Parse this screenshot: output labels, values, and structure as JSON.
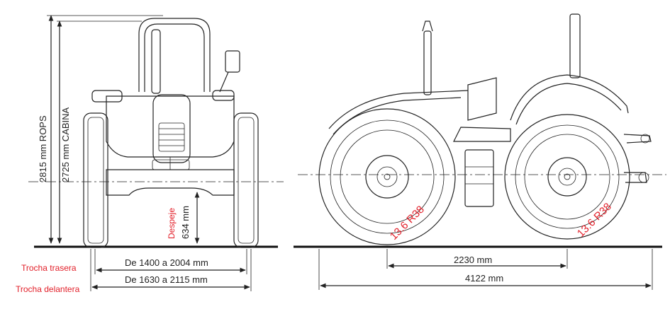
{
  "labels": {
    "rops": "2815 mm ROPS",
    "cabina": "2725 mm CABINA",
    "despeje": "Despeje",
    "despeje_value": "634 mm",
    "trocha_trasera": "Trocha trasera",
    "trocha_delantera": "Trocha delantera",
    "trasera_value": "De 1400 a 2004 mm",
    "delantera_value": "De 1630 a 2115 mm",
    "wheelbase": "2230 mm",
    "length": "4122 mm",
    "tire_rear": "13.6 R38",
    "tire_front": "13.6 R38"
  },
  "colors": {
    "line": "#222222",
    "accent": "#e2202a",
    "ground": "#111111"
  }
}
